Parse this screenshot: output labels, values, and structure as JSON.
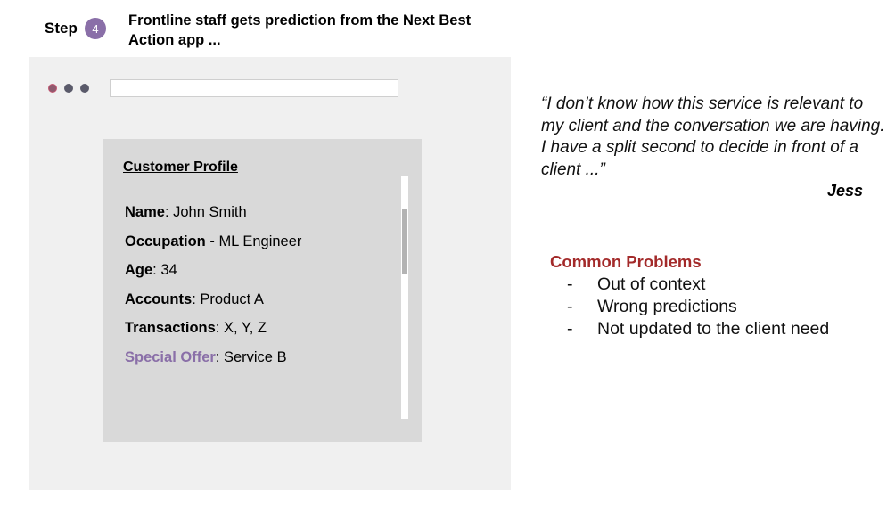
{
  "step": {
    "label": "Step",
    "number": "4",
    "description": "Frontline staff gets prediction from the Next Best Action app ..."
  },
  "browser": {
    "address_value": ""
  },
  "profile": {
    "title": "Customer Profile",
    "fields": [
      {
        "key": "Name",
        "sep": ": ",
        "value": "John Smith"
      },
      {
        "key": "Occupation",
        "sep": " - ",
        "value": "ML Engineer"
      },
      {
        "key": "Age",
        "sep": ": ",
        "value": "34"
      },
      {
        "key": "Accounts",
        "sep": ": ",
        "value": "Product A"
      },
      {
        "key": "Transactions",
        "sep": ": ",
        "value": "X, Y, Z"
      },
      {
        "key": "Special Offer",
        "sep": ": ",
        "value": "Service B"
      }
    ]
  },
  "quote": {
    "text": "“I don’t know how this service is relevant to my client and the conversation we are having. I have a split second to decide in front of a client ...”",
    "author": "Jess"
  },
  "problems": {
    "title": "Common Problems",
    "items": [
      {
        "dash": "-",
        "text": "Out of context"
      },
      {
        "dash": "-",
        "text": "Wrong predictions"
      },
      {
        "dash": "-",
        "text": "Not updated to the client need"
      }
    ]
  },
  "colors": {
    "accent_purple": "#8a6fa8",
    "problems_red": "#a32a2a",
    "panel_gray": "#d9d9d9",
    "window_gray": "#f0f0f0"
  }
}
